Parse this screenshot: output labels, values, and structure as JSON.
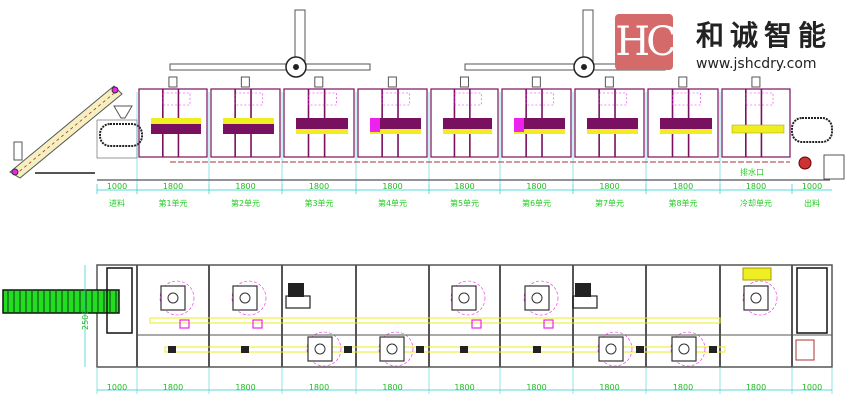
{
  "logo": {
    "mark": "HC",
    "company_cn": "和诚智能",
    "website": "www.jshcdry.com"
  },
  "elevation": {
    "dimensions": [
      "1000",
      "1800",
      "1800",
      "1800",
      "1800",
      "1800",
      "1800",
      "1800",
      "1800",
      "1800",
      "1000"
    ],
    "sections": [
      "进料",
      "第1单元",
      "第2单元",
      "第3单元",
      "第4单元",
      "第5单元",
      "第6单元",
      "第7单元",
      "第8单元",
      "冷却单元",
      "出料"
    ],
    "drain_label": "排水口"
  },
  "plan": {
    "dimensions": [
      "1000",
      "1800",
      "1800",
      "1800",
      "1800",
      "1800",
      "1800",
      "1800",
      "1800",
      "1800",
      "1000"
    ],
    "width_dimension": "2500"
  },
  "colors": {
    "outline": "#555555",
    "dimension": "#22cccc",
    "text": "#22bb22",
    "belt": "#eeee22",
    "purple": "#7a1060",
    "magenta": "#ee22ee",
    "duct": "#aa3333",
    "conveyor": "#22dd22"
  }
}
